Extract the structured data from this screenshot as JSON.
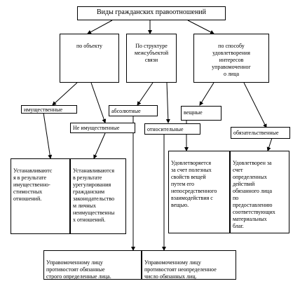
{
  "diagram": {
    "title": "Виды гражданских правоотношений",
    "criteria": {
      "by_object": "по объекту",
      "by_structure": "По структуре\nмежсубъектой\nсвязи",
      "by_method": "по способу\nудовлетворения\nинтересов\nуправомоченног\nо лица"
    },
    "types": {
      "property": "имущественные",
      "non_property": "Не имущественные",
      "absolute": "абсолютные",
      "relative": "относительные",
      "real": "вещные",
      "obligatory": "обязательственные"
    },
    "descriptions": {
      "property_desc": "Устанавливаютс\nя в результате\nимущественно-\nстимостных\nотношений.",
      "non_property_desc": "Устанавливаются\nв результате\nурегулирования\nгражданским\nзаконодательство\nм личных\nнеимущественны\nх отношений.",
      "real_desc": "Удовлетворяется\nза счет полезных\nсвойств вещей\nпутем его\nнепосредственного\nвзаимодействия с\nвещью.",
      "obligatory_desc": "Удовлетворен за\nсчет\nопределенных\nдействий\nобязанного лица\nпо\nпредоставлению\nсоответствующих\nматериальных\nблаг.",
      "absolute_desc": "Управомоченному лицу\nпротивостоят обязанные\nстрого определенные лица.",
      "relative_desc": "Управомоченному лицу\nпротивостоят неопределенное\nчисло обязанных лиц."
    }
  }
}
